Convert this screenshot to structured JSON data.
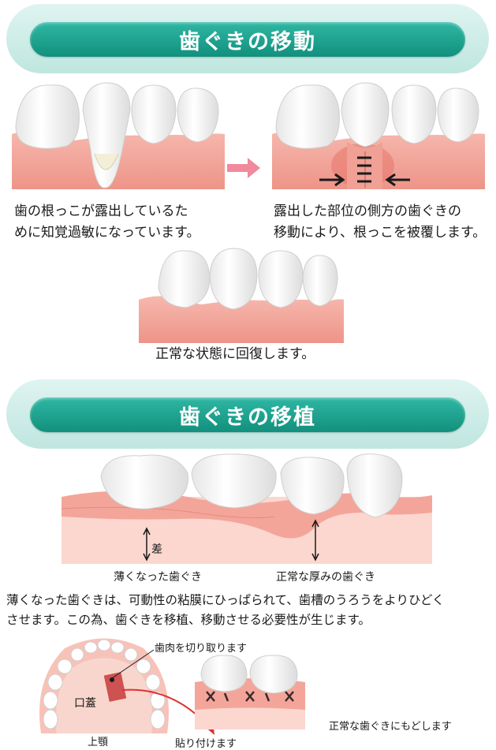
{
  "section1": {
    "title": "歯ぐきの移動",
    "caption_left_line1": "歯の根っこが露出しているた",
    "caption_left_line2": "めに知覚過敏になっています。",
    "caption_right_line1": "露出した部位の側方の歯ぐきの",
    "caption_right_line2": "移動により、根っこを被覆します。",
    "caption_bottom": "正常な状態に回復します。"
  },
  "section2": {
    "title": "歯ぐきの移植",
    "label_diff": "差",
    "label_thin": "薄くなった歯ぐき",
    "label_normal": "正常な厚みの歯ぐき",
    "desc_line1": "薄くなった歯ぐきは、可動性の粘膜にひっぱられて、歯槽のうろうをよりひどく",
    "desc_line2": "させます。この為、歯ぐきを移植、移動させる必要性が生じます。",
    "label_cut": "歯肉を切り取ります",
    "label_palate": "口蓋",
    "label_upper_jaw": "上顎",
    "label_paste": "貼り付けます",
    "label_restore": "正常な歯ぐきにもどします"
  },
  "colors": {
    "gum": "#f2a69c",
    "gum_light": "#f9cfc6",
    "tooth": "#ffffff",
    "banner_green": "#1aa08c",
    "arrow_pink": "#f08a9c",
    "graft_red": "#e03030"
  }
}
